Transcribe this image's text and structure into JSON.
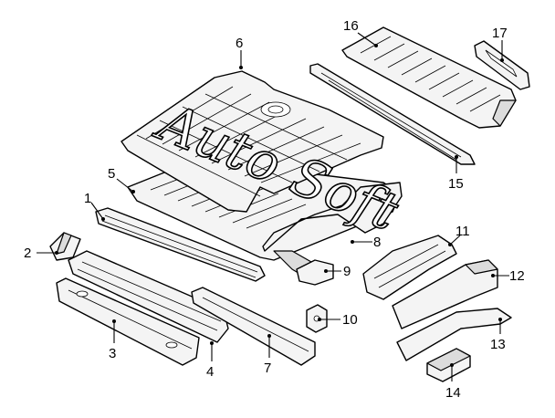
{
  "watermark": "Auto Soft",
  "callouts": {
    "c1": "1",
    "c2": "2",
    "c3": "3",
    "c4": "4",
    "c5": "5",
    "c6": "6",
    "c7": "7",
    "c8": "8",
    "c9": "9",
    "c10": "10",
    "c11": "11",
    "c12": "12",
    "c13": "13",
    "c14": "14",
    "c15": "15",
    "c16": "16",
    "c17": "17"
  }
}
